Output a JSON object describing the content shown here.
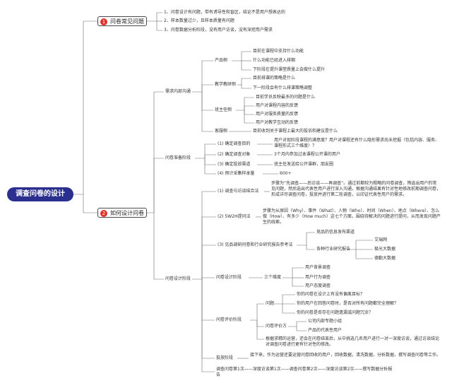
{
  "root": "调查问卷的设计",
  "branch1": {
    "badge": "1",
    "label": "问卷常见问题",
    "items": [
      "1、问卷设计有问题，带有诱导性和盲区，结论不是用户想表达的",
      "2、样本数量过少，且样本质量有问题",
      "3、问卷数据分析阶段，没有用户访谈，没有深挖用户需求"
    ]
  },
  "branch2": {
    "badge": "2",
    "label": "如何设计问卷",
    "needs": {
      "label": "需求内部沟通",
      "product": {
        "label": "产品侧",
        "items": [
          "目前在课程中支持什么功能",
          "什么功能已经进入排期",
          "下阶段在提升课堂质量上会做什么提升"
        ]
      },
      "research": {
        "label": "教学教研侧",
        "items": [
          "目前排课的策略是什么",
          "下一阶段会有什么排课策略调整"
        ]
      },
      "teacher": {
        "label": "班主任侧",
        "items": [
          "目前学员反映最多的问题是什么",
          "用户对课程内容的反馈",
          "用户对服务质量的反馈",
          "用户对教学互动的反馈"
        ]
      },
      "service": {
        "label": "客服侧",
        "items": [
          "目前收到关于课程上最大的投诉和建议是什么"
        ]
      }
    },
    "prep": {
      "label": "问卷准备阶段",
      "steps": [
        {
          "label": "(1)  确定调查目的",
          "detail": "用户对现阶段课程的满意度？用户对课程还有什么隐形需求尚未挖掘（包括内容、服务、课程形式三个维度）？"
        },
        {
          "label": "(2)  确定调查对象",
          "detail": "3个月内参加过本课程公开课的用户"
        },
        {
          "label": "(3)  确定投放渠道",
          "detail": "班主任发送给公开课群，朋友圈"
        },
        {
          "label": "(4)  预计采集样本量",
          "detail": "600+"
        }
      ]
    },
    "design": {
      "label": "问卷设计阶段",
      "m1": {
        "label": "(1)  调查与访谈结合法",
        "detail": "步骤为“先调查——后访谈——再调查”。通过前期较为粗略的问卷调查，筛选出用户的常见问题，然后选出代表性用户进行深入沟通，根据沟通结果有针对性地修改前期调查问卷，形成详尽调查问卷，投放并进行第二轮调查，以印证代表性用户的需求。"
      },
      "m2": {
        "label": "(2)  5W2H提问法",
        "detail": "步骤为从原因（Why）、事件（What）、人物（Who）、时间（When）、地点（Where）、怎么做（How）、有多少（How much）这七个方面，围绕待解决的问题进行提问，从而发现问题产生的线索。"
      },
      "m3": {
        "label": "(3)  见品调研问卷和行业研究报告参考法",
        "items": [
          "竞品的信息发布渠道",
          "各种行业研究报告"
        ],
        "reports": [
          "艾瑞网",
          "极光大数据",
          "德勤大数据"
        ]
      },
      "dims": {
        "label": "三个维度",
        "items": [
          "用户背景调查",
          "用户行为调查",
          "用户态度调查"
        ]
      }
    },
    "evaluate": {
      "label": "问卷评价阶段",
      "questions": {
        "label": "问题",
        "items": [
          "你的问卷在设计上有没有偏离目标？",
          "你的用户在回答问卷时，是否对所有问题都完全理解？",
          "你的问卷是否存在问题遗漏或问题冗余？"
        ]
      },
      "methods": {
        "label": "问卷评价方",
        "items": [
          "公司内部专题小组",
          "产品的代表性用户"
        ]
      },
      "note": "根据求精的运营，还会在问卷结束后，从中挑选几名用户进行一对一深度访谈，通过访谈结论对调查问卷进行更有针对性的修改。"
    },
    "launch": {
      "label": "投放阶段",
      "detail": "接下来，作为运营还要运营问卷回收的用户，回收数据，清洗数据，分析数据，撰写调查问卷等工作。"
    },
    "flow": "调查问卷第1次——深度访谈第1次——调查问卷第2次——深度访谈第2次——撰写数据分析报告"
  }
}
